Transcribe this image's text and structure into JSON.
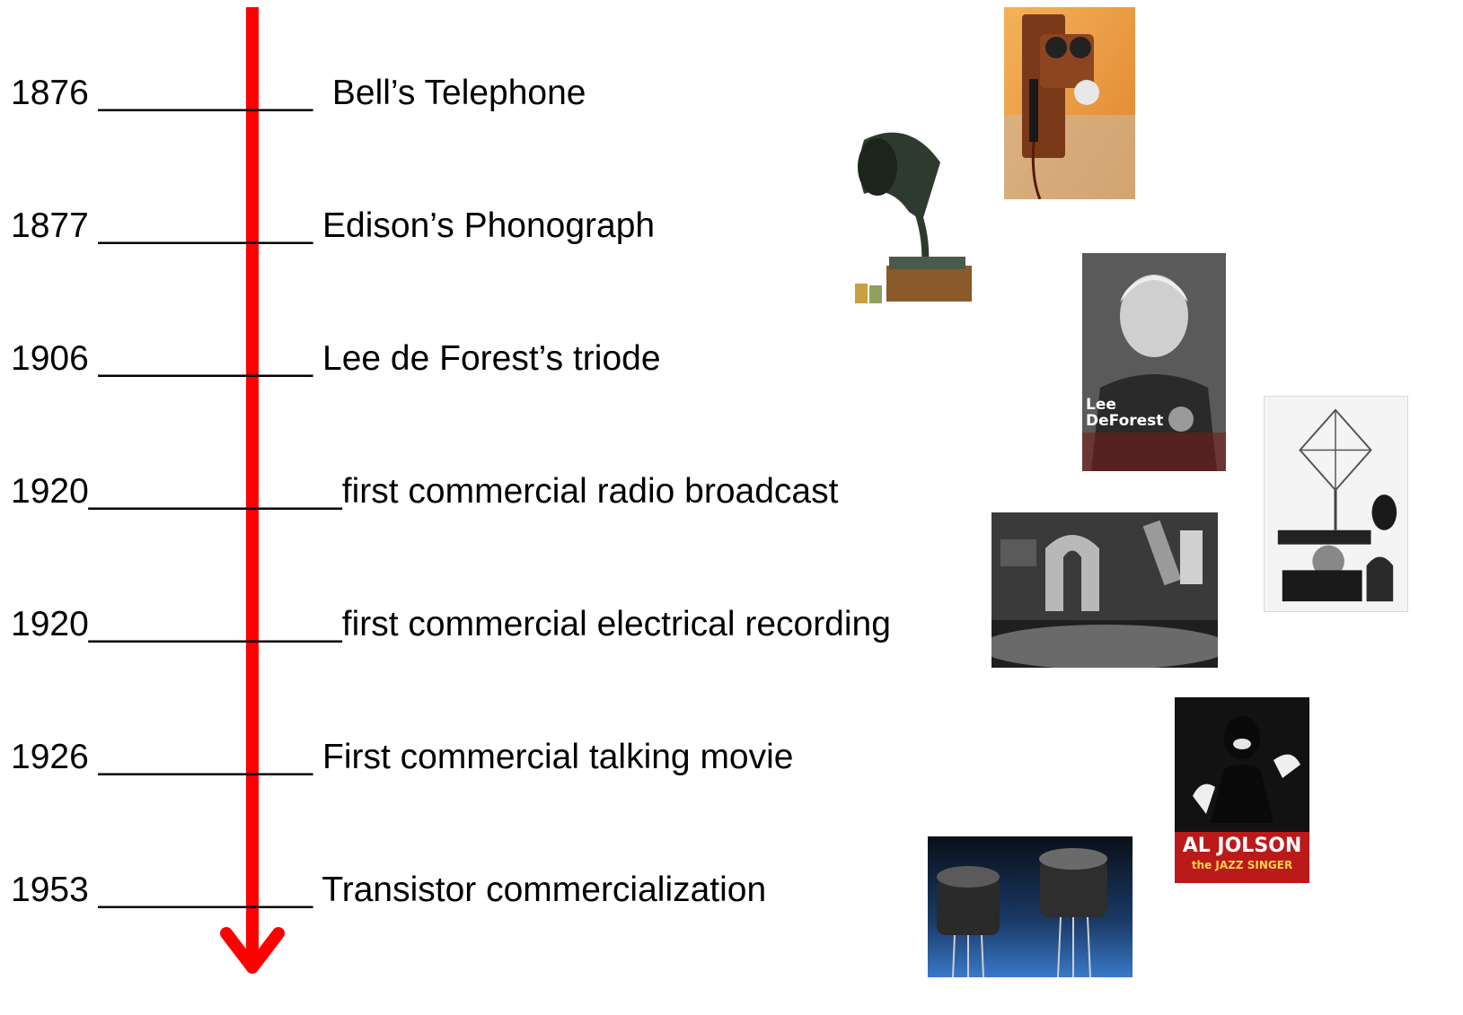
{
  "timeline": {
    "arrow_color": "#ff0000",
    "events": [
      {
        "year": "1876",
        "line": " ___________  ",
        "label": "Bell’s Telephone"
      },
      {
        "year": "1877",
        "line": " ___________ ",
        "label": "Edison’s Phonograph"
      },
      {
        "year": "1906",
        "line": " ___________ ",
        "label": "Lee de Forest’s triode"
      },
      {
        "year": "1920",
        "line": "_____________",
        "label": "first commercial radio broadcast"
      },
      {
        "year": "1920",
        "line": "_____________",
        "label": "first commercial electrical recording"
      },
      {
        "year": "1926",
        "line": " ___________ ",
        "label": "First commercial talking movie"
      },
      {
        "year": "1953",
        "line": " ___________ ",
        "label": "Transistor commercialization"
      }
    ]
  },
  "images": {
    "telephone": {
      "icon": "wall-telephone-photo"
    },
    "phonograph": {
      "icon": "phonograph-photo"
    },
    "de_forest": {
      "icon": "lee-deforest-portrait",
      "caption_line1": "Lee",
      "caption_line2": "DeForest"
    },
    "radio": {
      "icon": "early-radio-set-photo"
    },
    "recording": {
      "icon": "electrical-recording-machine-photo"
    },
    "jazz_singer": {
      "icon": "jazz-singer-poster",
      "title": "AL JOLSON",
      "subtitle": "the JAZZ SINGER"
    },
    "transistors": {
      "icon": "transistors-photo"
    }
  }
}
